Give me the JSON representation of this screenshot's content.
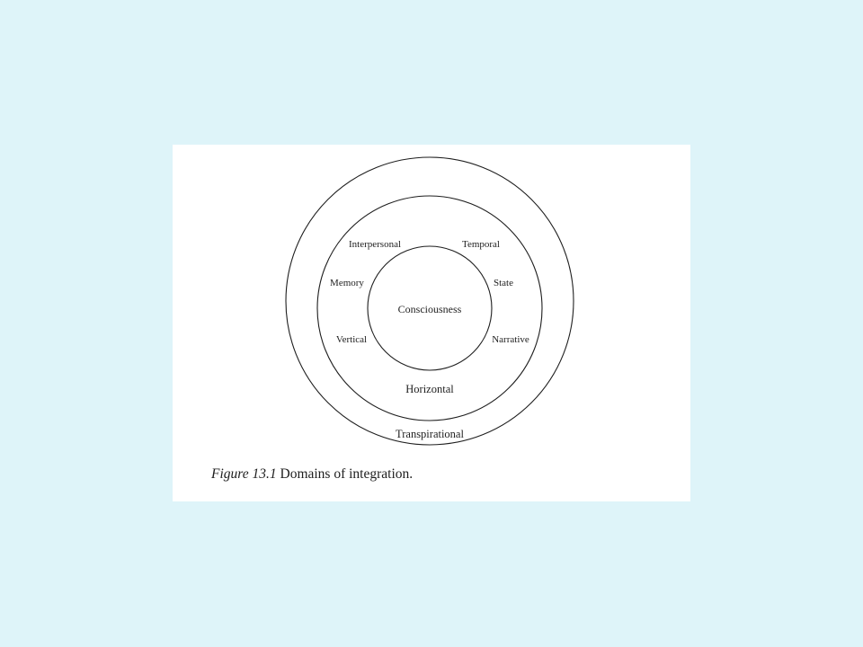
{
  "diagram": {
    "center_label": "Consciousness",
    "middle_ring_labels": {
      "interpersonal": "Interpersonal",
      "temporal": "Temporal",
      "memory": "Memory",
      "state": "State",
      "vertical": "Vertical",
      "narrative": "Narrative",
      "horizontal": "Horizontal"
    },
    "outer_ring_label": "Transpirational"
  },
  "caption": {
    "figure_number": "Figure 13.1",
    "text": "Domains of integration."
  }
}
